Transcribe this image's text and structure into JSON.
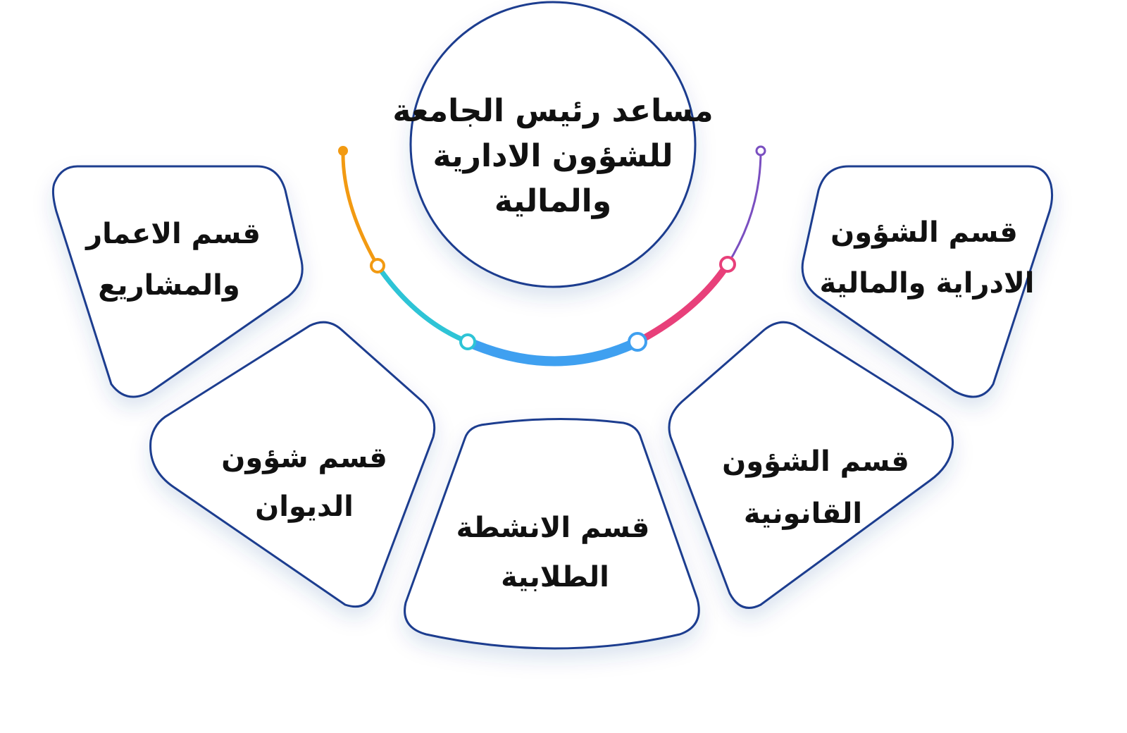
{
  "center": {
    "lines": [
      "مساعد رئيس الجامعة",
      "للشؤون الادارية",
      "والمالية"
    ]
  },
  "departments": [
    {
      "id": "construction",
      "lines": [
        "قسم الاعمار",
        "والمشاريع"
      ]
    },
    {
      "id": "diwan",
      "lines": [
        "قسم شؤون",
        "الديوان"
      ]
    },
    {
      "id": "student-activities",
      "lines": [
        "قسم الانشطة",
        "الطلابية"
      ]
    },
    {
      "id": "legal",
      "lines": [
        "قسم الشؤون",
        "القانونية"
      ]
    },
    {
      "id": "admin-finance",
      "lines": [
        "قسم الشؤون",
        "الادراية والمالية"
      ]
    }
  ],
  "colors": {
    "outline": "#1f3d8f",
    "arc_orange": "#f29a12",
    "arc_cyan": "#2ec4d6",
    "arc_blue": "#3fa0f0",
    "arc_pink": "#e8407a",
    "arc_purple": "#7a4fc0",
    "text": "#111111"
  }
}
